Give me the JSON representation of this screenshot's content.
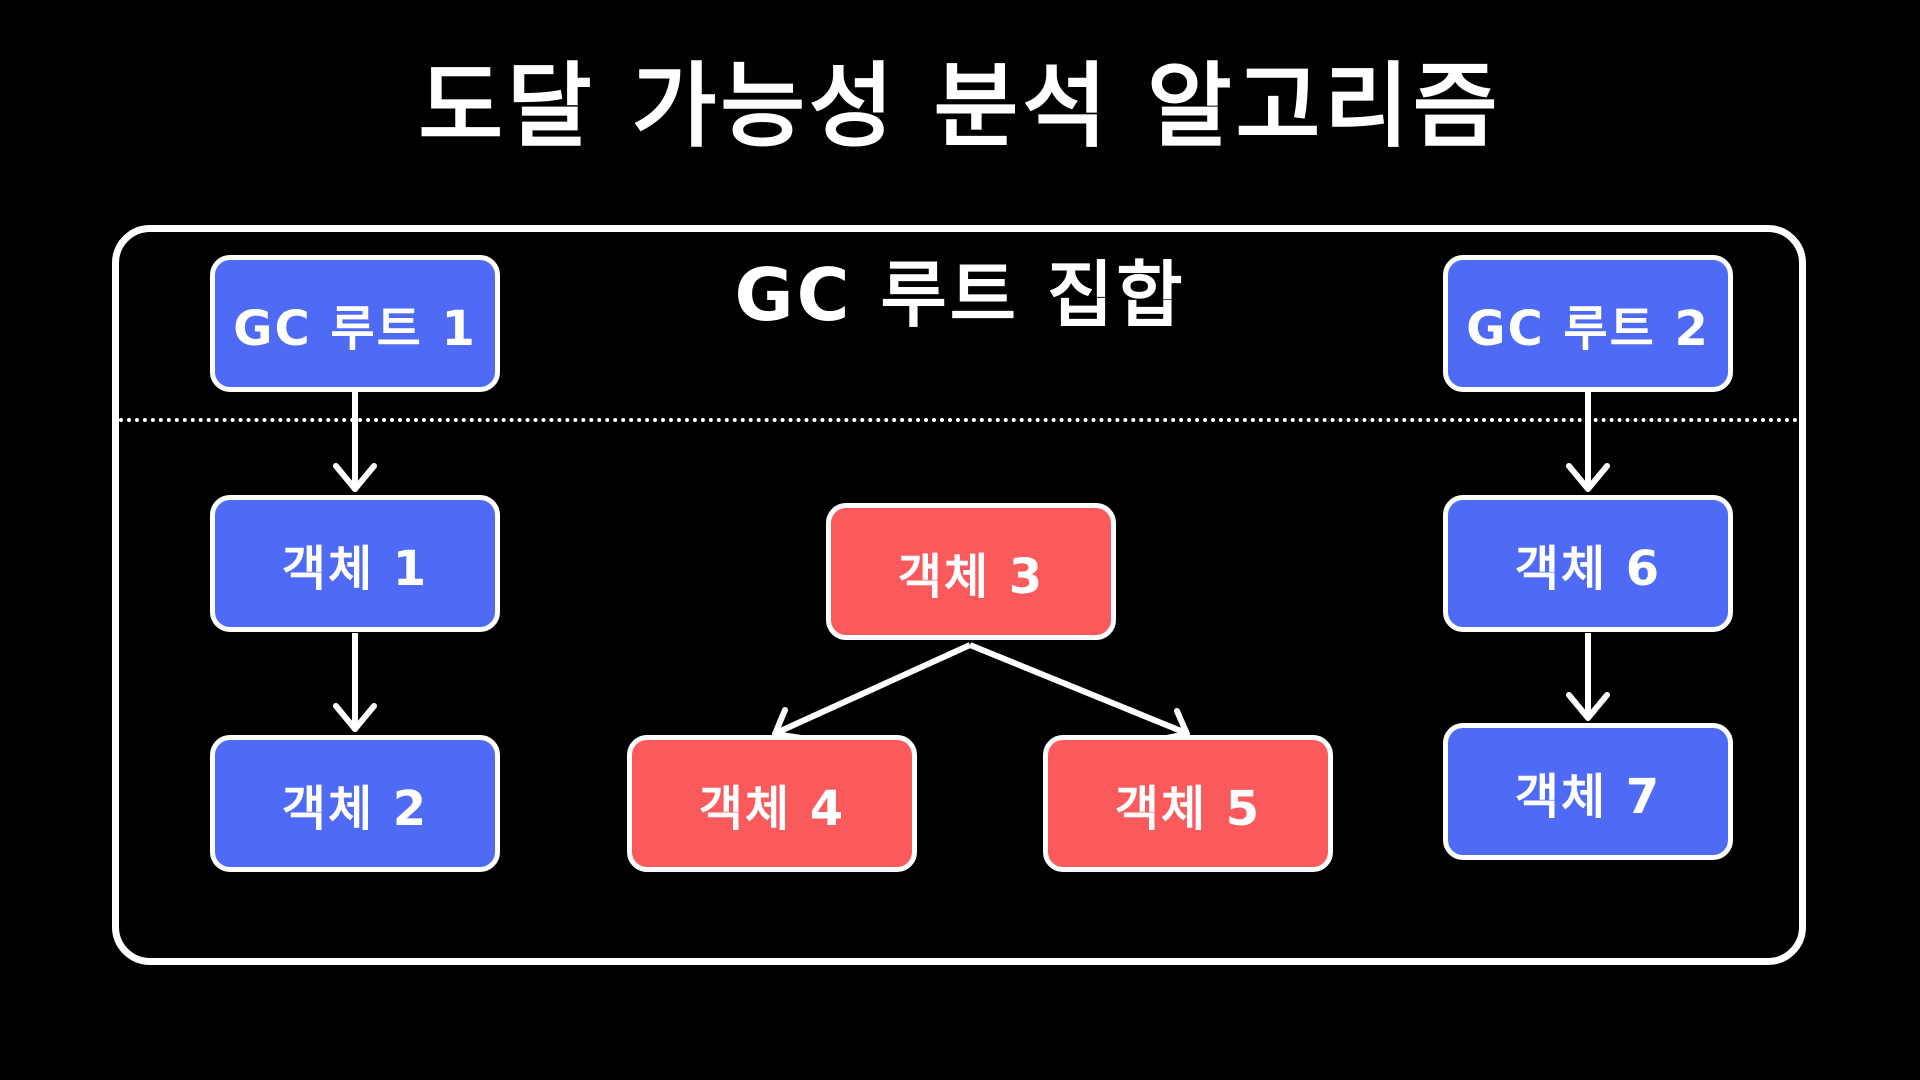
{
  "title": "도달 가능성 분석 알고리즘",
  "root_set_label": "GC 루트 집합",
  "colors": {
    "reachable": "#4f6af5",
    "unreachable": "#fb5a5c",
    "line": "#ffffff",
    "background": "#000000"
  },
  "nodes": {
    "root1": "GC 루트 1",
    "root2": "GC 루트 2",
    "obj1": "객체 1",
    "obj2": "객체 2",
    "obj3": "객체 3",
    "obj4": "객체 4",
    "obj5": "객체 5",
    "obj6": "객체 6",
    "obj7": "객체 7"
  },
  "edges": [
    {
      "from": "root1",
      "to": "obj1"
    },
    {
      "from": "obj1",
      "to": "obj2"
    },
    {
      "from": "obj3",
      "to": "obj4"
    },
    {
      "from": "obj3",
      "to": "obj5"
    },
    {
      "from": "root2",
      "to": "obj6"
    },
    {
      "from": "obj6",
      "to": "obj7"
    }
  ]
}
